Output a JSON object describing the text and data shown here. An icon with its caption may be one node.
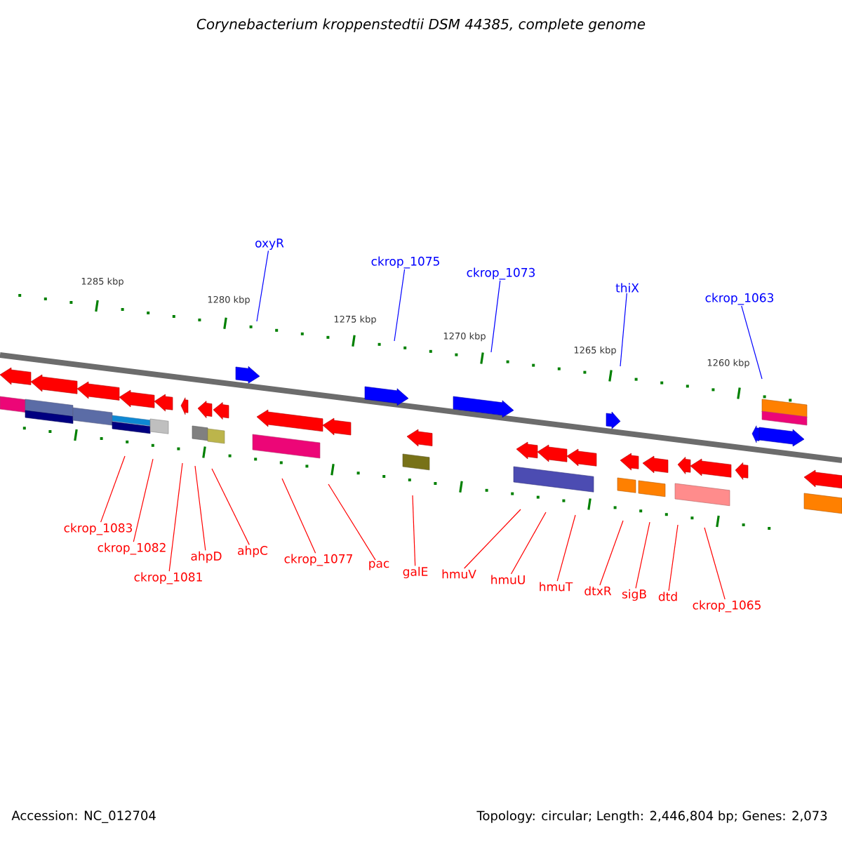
{
  "diagram": {
    "title": "Corynebacterium kroppenstedtii DSM 44385, complete genome",
    "nodes": [
      {
        "text": [
          "oxyR"
        ]
      },
      {
        "text": [
          "ckrop_1075"
        ]
      },
      {
        "text": [
          "ckrop_1073"
        ]
      },
      {
        "text": [
          "thiX"
        ]
      },
      {
        "text": [
          "ckrop_1063"
        ]
      },
      {
        "text": [
          "ckrop_1083"
        ]
      },
      {
        "text": [
          "ckrop_1082"
        ]
      },
      {
        "text": [
          "ckrop_1081"
        ]
      },
      {
        "text": [
          "ahpD"
        ]
      },
      {
        "text": [
          "ahpC"
        ]
      },
      {
        "text": [
          "ckrop_1077"
        ]
      },
      {
        "text": [
          "pac"
        ]
      },
      {
        "text": [
          "galE"
        ]
      },
      {
        "text": [
          "hmuV"
        ]
      },
      {
        "text": [
          "hmuU"
        ]
      },
      {
        "text": [
          "hmuT"
        ]
      },
      {
        "text": [
          "dtxR"
        ]
      },
      {
        "text": [
          "sigB"
        ]
      },
      {
        "text": [
          "dtd"
        ]
      },
      {
        "text": [
          "ckrop_1065"
        ]
      }
    ],
    "edges": [
      {
        "from": 0,
        "to": null,
        "arrow": "none",
        "color": "#0000ff"
      },
      {
        "from": 1,
        "to": null,
        "arrow": "none",
        "color": "#0000ff"
      },
      {
        "from": 2,
        "to": null,
        "arrow": "none",
        "color": "#0000ff"
      },
      {
        "from": 3,
        "to": null,
        "arrow": "none",
        "color": "#0000ff"
      },
      {
        "from": 4,
        "to": null,
        "arrow": "none",
        "color": "#0000ff"
      },
      {
        "from": 5,
        "to": null,
        "arrow": "none"
      },
      {
        "from": 6,
        "to": null,
        "arrow": "none"
      },
      {
        "from": 7,
        "to": null,
        "arrow": "none"
      },
      {
        "from": 8,
        "to": null,
        "arrow": "none"
      },
      {
        "from": 9,
        "to": null,
        "arrow": "none"
      },
      {
        "from": 10,
        "to": null,
        "arrow": "none"
      },
      {
        "from": 11,
        "to": null,
        "arrow": "none"
      },
      {
        "from": 12,
        "to": null,
        "arrow": "none"
      },
      {
        "from": 13,
        "to": null,
        "arrow": "none"
      },
      {
        "from": 14,
        "to": null,
        "arrow": "none"
      },
      {
        "from": 15,
        "to": null,
        "arrow": "none"
      },
      {
        "from": 16,
        "to": null,
        "arrow": "none"
      },
      {
        "from": 17,
        "to": null,
        "arrow": "none"
      },
      {
        "from": 18,
        "to": null,
        "arrow": "none"
      },
      {
        "from": 19,
        "to": null,
        "arrow": "none"
      }
    ],
    "labels": [
      "1285 kbp",
      "1280 kbp",
      "1275 kbp",
      "1270 kbp",
      "1265 kbp",
      "1260 kbp",
      "Accession: NC_012704",
      "Topology: circular; Length: 2,446,804 bp; Genes: 2,073"
    ]
  }
}
